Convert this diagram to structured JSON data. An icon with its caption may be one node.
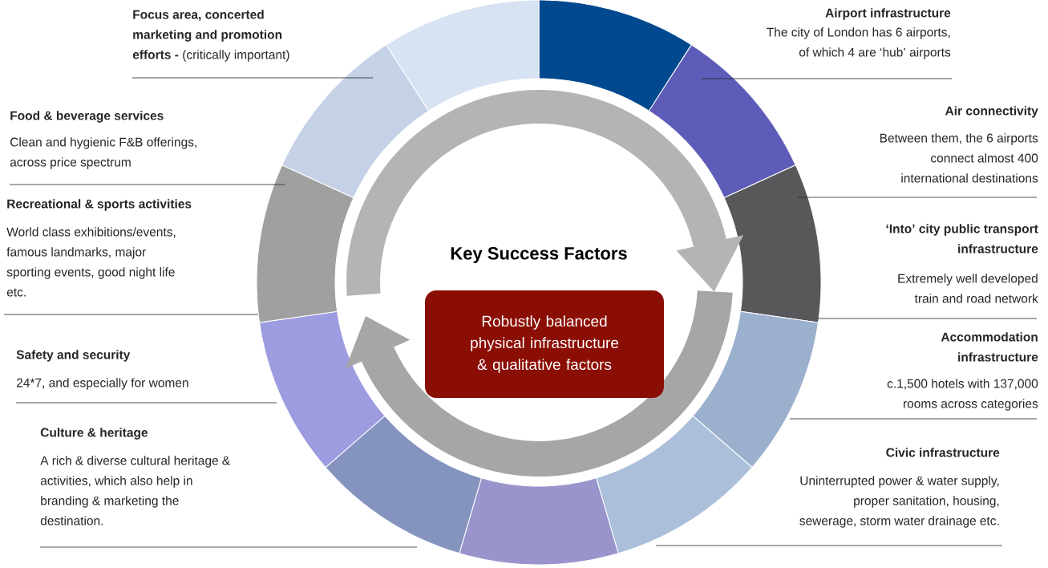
{
  "diagram": {
    "title": "Key Success Factors",
    "nodes": [
      {
        "text": [
          "Robustly balanced physical infrastructure & qualitative factors"
        ]
      }
    ],
    "labels": [
      "**Focus area, concerted marketing and promotion efforts -** (critically important)",
      "Airport infrastructure",
      "The city of London has 6 airports, of which 4 are ‘hub’ airports",
      "Food & beverage services",
      "Clean and hygienic F&B offerings, across price spectrum",
      "Air connectivity",
      "Between them, the 6 airports connect almost 400 international destinations",
      "Recreational & sports activities",
      "World class exhibitions/events, famous landmarks, major sporting events, good night life etc.",
      "‘Into’ city public transport infrastructure",
      "Extremely well developed train and road network",
      "Accommodation infrastructure",
      "c.1,500 hotels with 137,000 rooms across categories",
      "Safety and security",
      "24*7, and especially for women",
      "Culture & heritage",
      "A rich & diverse cultural heritage & activities, which also help in branding & marketing the destination.",
      "Civic infrastructure",
      "Uninterrupted power & water supply, proper sanitation, housing, sewerage, storm water drainage etc."
    ]
  }
}
